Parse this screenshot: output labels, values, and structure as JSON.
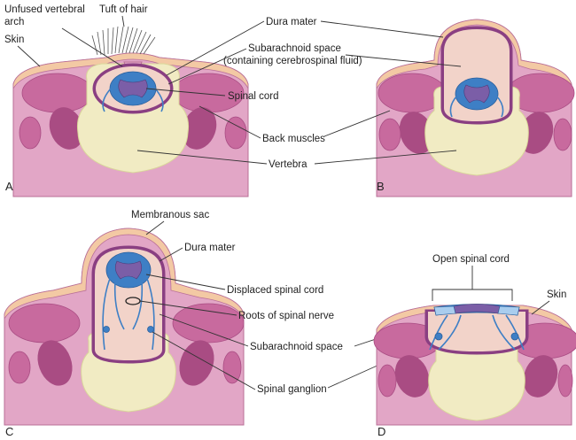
{
  "colors": {
    "skin": "#e2a6c6",
    "skin_edge": "#b96f97",
    "fat": "#f3c9a4",
    "muscle": "#c86a9e",
    "muscle_dark": "#a94c83",
    "vertebra": "#f1ebc3",
    "vertebra_dark": "#d9d79a",
    "dura": "#8a3f82",
    "csf": "#f2d3c9",
    "cord_blue": "#3e7fc5",
    "cord_light": "#a9cdee",
    "grey_matter": "#7b5ea7"
  },
  "panels": {
    "a": "A",
    "b": "B",
    "c": "C",
    "d": "D"
  },
  "labels": {
    "unfused_vertebral_arch_1": "Unfused vertebral",
    "unfused_vertebral_arch_2": "arch",
    "tuft_of_hair": "Tuft of hair",
    "skin_a": "Skin",
    "dura_mater_top": "Dura mater",
    "subarachnoid_space_1": "Subarachnoid space",
    "subarachnoid_space_2": "(containing cerebrospinal fluid)",
    "spinal_cord": "Spinal cord",
    "back_muscles": "Back muscles",
    "vertebra": "Vertebra",
    "membranous_sac": "Membranous sac",
    "dura_mater_c": "Dura mater",
    "displaced_spinal_cord": "Displaced spinal cord",
    "roots_of_spinal_nerve": "Roots of spinal nerve",
    "subarachnoid_space_c": "Subarachnoid space",
    "spinal_ganglion": "Spinal ganglion",
    "open_spinal_cord": "Open spinal cord",
    "skin_d": "Skin"
  }
}
